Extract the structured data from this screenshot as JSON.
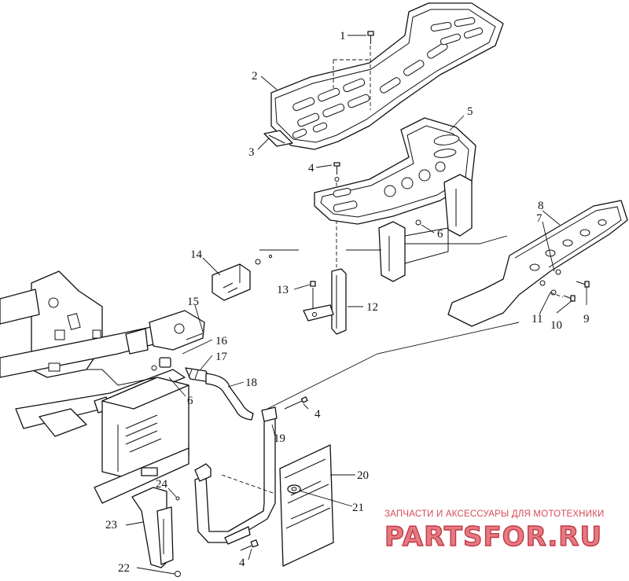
{
  "callouts": {
    "c1": "1",
    "c2": "2",
    "c3": "3",
    "c4a": "4",
    "c5": "5",
    "c6a": "6",
    "c7": "7",
    "c8": "8",
    "c9": "9",
    "c10": "10",
    "c11": "11",
    "c12": "12",
    "c13": "13",
    "c14": "14",
    "c15": "15",
    "c16": "16",
    "c17": "17",
    "c18": "18",
    "c6b": "6",
    "c4b": "4",
    "c19": "19",
    "c20": "20",
    "c21": "21",
    "c24": "24",
    "c23": "23",
    "c4c": "4",
    "c22": "22"
  },
  "watermark": {
    "tagline": "ЗАПЧАСТИ И АКСЕССУАРЫ ДЛЯ МОТОТЕХНИКИ",
    "brand": "PARTSFOR.RU",
    "color": "#d64a55"
  }
}
